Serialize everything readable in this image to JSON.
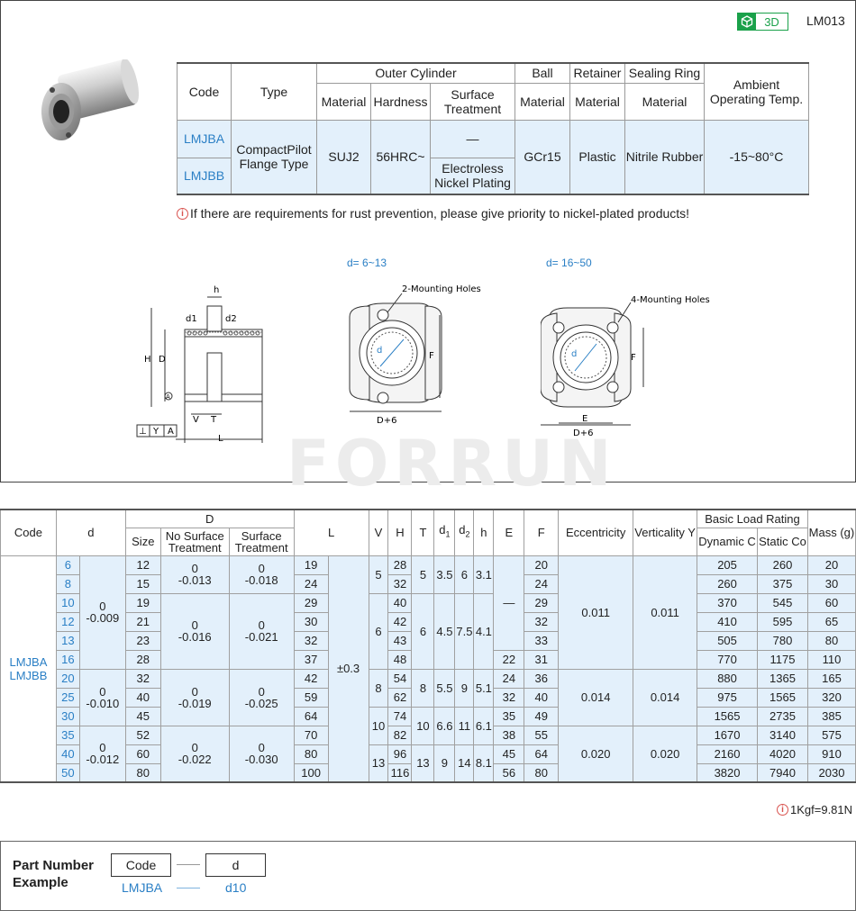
{
  "header": {
    "badge_3d": "3D",
    "code": "LM013"
  },
  "spec_table": {
    "h_code": "Code",
    "h_type": "Type",
    "h_outer": "Outer Cylinder",
    "h_ball": "Ball",
    "h_retainer": "Retainer",
    "h_seal": "Sealing Ring",
    "h_ambient": "Ambient Operating Temp.",
    "h_material": "Material",
    "h_hardness": "Hardness",
    "h_surface": "Surface Treatment",
    "code1": "LMJBA",
    "code2": "LMJBB",
    "type": "CompactPilot Flange Type",
    "oc_material": "SUJ2",
    "oc_hardness": "56HRC~",
    "surface1": "—",
    "surface2": "Electroless Nickel Plating",
    "ball_material": "GCr15",
    "retainer_material": "Plastic",
    "seal_material": "Nitrile Rubber",
    "temp": "-15~80°C"
  },
  "note": "If there are requirements for rust prevention, please give priority to nickel-plated products!",
  "drawing": {
    "range1": "d= 6~13",
    "range2": "d= 16~50",
    "holes1": "2-Mounting Holes",
    "holes2": "4-Mounting Holes",
    "lbl_d": "d",
    "lbl_F": "F",
    "lbl_E": "E",
    "lbl_D6": "D+6",
    "lbl_h": "h",
    "lbl_d1": "d1",
    "lbl_d2": "d2",
    "lbl_H": "H",
    "lbl_D": "D",
    "lbl_V": "V",
    "lbl_T": "T",
    "lbl_L": "L",
    "lbl_A": "A",
    "lbl_Y": "Y",
    "lbl_perp": "⊥"
  },
  "watermark": "FORRUN",
  "dim_table": {
    "h_code": "Code",
    "h_d": "d",
    "h_D": "D",
    "h_size": "Size",
    "h_nosurface": "No Surface Treatment",
    "h_surface": "Surface Treatment",
    "h_L": "L",
    "h_V": "V",
    "h_H": "H",
    "h_T": "T",
    "h_d1": "d",
    "h_d1_sub": "1",
    "h_d2": "d",
    "h_d2_sub": "2",
    "h_h": "h",
    "h_E": "E",
    "h_F": "F",
    "h_ecc": "Eccentricity",
    "h_vert": "Verticality Y",
    "h_load": "Basic Load Rating",
    "h_dyn": "Dynamic C",
    "h_static": "Static Co",
    "h_mass": "Mass (g)",
    "code_vals": "LMJBA LMJBB",
    "L_tol": "±0.3",
    "rows": [
      {
        "d": "6",
        "size": "12",
        "L": "19",
        "H": "28",
        "F": "20",
        "C": "205",
        "Co": "260",
        "mass": "20"
      },
      {
        "d": "8",
        "size": "15",
        "L": "24",
        "H": "32",
        "F": "24",
        "C": "260",
        "Co": "375",
        "mass": "30"
      },
      {
        "d": "10",
        "size": "19",
        "L": "29",
        "H": "40",
        "F": "29",
        "C": "370",
        "Co": "545",
        "mass": "60"
      },
      {
        "d": "12",
        "size": "21",
        "L": "30",
        "H": "42",
        "F": "32",
        "C": "410",
        "Co": "595",
        "mass": "65"
      },
      {
        "d": "13",
        "size": "23",
        "L": "32",
        "H": "43",
        "F": "33",
        "C": "505",
        "Co": "780",
        "mass": "80"
      },
      {
        "d": "16",
        "size": "28",
        "L": "37",
        "H": "48",
        "F": "31",
        "C": "770",
        "Co": "1175",
        "mass": "110"
      },
      {
        "d": "20",
        "size": "32",
        "L": "42",
        "H": "54",
        "F": "36",
        "C": "880",
        "Co": "1365",
        "mass": "165"
      },
      {
        "d": "25",
        "size": "40",
        "L": "59",
        "H": "62",
        "F": "40",
        "C": "975",
        "Co": "1565",
        "mass": "320"
      },
      {
        "d": "30",
        "size": "45",
        "L": "64",
        "H": "74",
        "F": "49",
        "C": "1565",
        "Co": "2735",
        "mass": "385"
      },
      {
        "d": "35",
        "size": "52",
        "L": "70",
        "H": "82",
        "F": "55",
        "C": "1670",
        "Co": "3140",
        "mass": "575"
      },
      {
        "d": "40",
        "size": "60",
        "L": "80",
        "H": "96",
        "F": "64",
        "C": "2160",
        "Co": "4020",
        "mass": "910"
      },
      {
        "d": "50",
        "size": "80",
        "L": "100",
        "H": "116",
        "F": "80",
        "C": "3820",
        "Co": "7940",
        "mass": "2030"
      }
    ],
    "g": {
      "dtol1_a": "0",
      "dtol1_b": "-0.009",
      "dtol2_a": "0",
      "dtol2_b": "-0.010",
      "dtol3_a": "0",
      "dtol3_b": "-0.012",
      "ns1_a": "0",
      "ns1_b": "-0.013",
      "st1_a": "0",
      "st1_b": "-0.018",
      "ns2_a": "0",
      "ns2_b": "-0.016",
      "st2_a": "0",
      "st2_b": "-0.021",
      "ns3_a": "0",
      "ns3_b": "-0.019",
      "st3_a": "0",
      "st3_b": "-0.025",
      "ns4_a": "0",
      "ns4_b": "-0.022",
      "st4_a": "0",
      "st4_b": "-0.030",
      "V1": "5",
      "V2": "6",
      "V3": "8",
      "V4": "10",
      "V5": "13",
      "T1": "5",
      "T2": "6",
      "T3": "8",
      "T4": "10",
      "T5": "13",
      "d1_1": "3.5",
      "d1_2": "4.5",
      "d1_3": "5.5",
      "d1_4": "6.6",
      "d1_5": "9",
      "d2_1": "6",
      "d2_2": "7.5",
      "d2_3": "9",
      "d2_4": "11",
      "d2_5": "14",
      "h1": "3.1",
      "h2": "4.1",
      "h3": "5.1",
      "h4": "6.1",
      "h5": "8.1",
      "E1": "—",
      "E2": "22",
      "E3": "24",
      "E4": "32",
      "E5": "35",
      "E6": "38",
      "E7": "45",
      "E8": "56",
      "ecc1": "0.011",
      "ecc2": "0.014",
      "ecc3": "0.020",
      "vert1": "0.011",
      "vert2": "0.014",
      "vert3": "0.020"
    }
  },
  "kgf_note": "1Kgf=9.81N",
  "part_number": {
    "title1": "Part Number",
    "title2": "Example",
    "cell_code": "Code",
    "cell_d": "d",
    "val_code": "LMJBA",
    "val_d": "d10"
  }
}
